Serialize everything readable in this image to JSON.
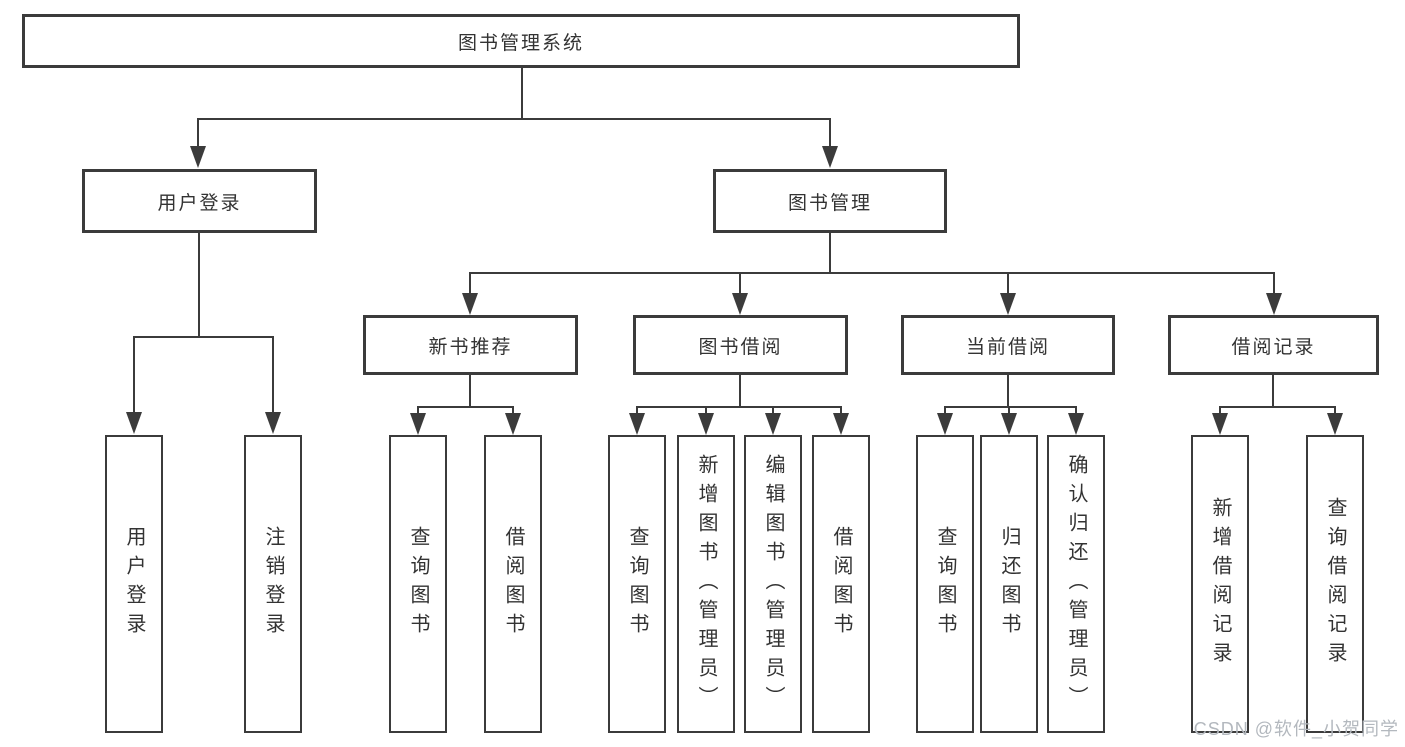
{
  "tree": {
    "root": "图书管理系统",
    "branches": [
      {
        "label": "用户登录",
        "children": [
          "用户登录",
          "注销登录"
        ]
      },
      {
        "label": "图书管理",
        "groups": [
          {
            "label": "新书推荐",
            "children": [
              "查询图书",
              "借阅图书"
            ]
          },
          {
            "label": "图书借阅",
            "children": [
              "查询图书",
              "新增图书（管理员）",
              "编辑图书（管理员）",
              "借阅图书"
            ]
          },
          {
            "label": "当前借阅",
            "children": [
              "查询图书",
              "归还图书",
              "确认归还（管理员）"
            ]
          },
          {
            "label": "借阅记录",
            "children": [
              "新增借阅记录",
              "查询借阅记录"
            ]
          }
        ]
      }
    ]
  },
  "watermark": "CSDN @软件_小贺同学",
  "colors": {
    "line": "#3b3b3b",
    "text": "#333333",
    "background": "#ffffff",
    "watermark": "#b3b8be"
  }
}
